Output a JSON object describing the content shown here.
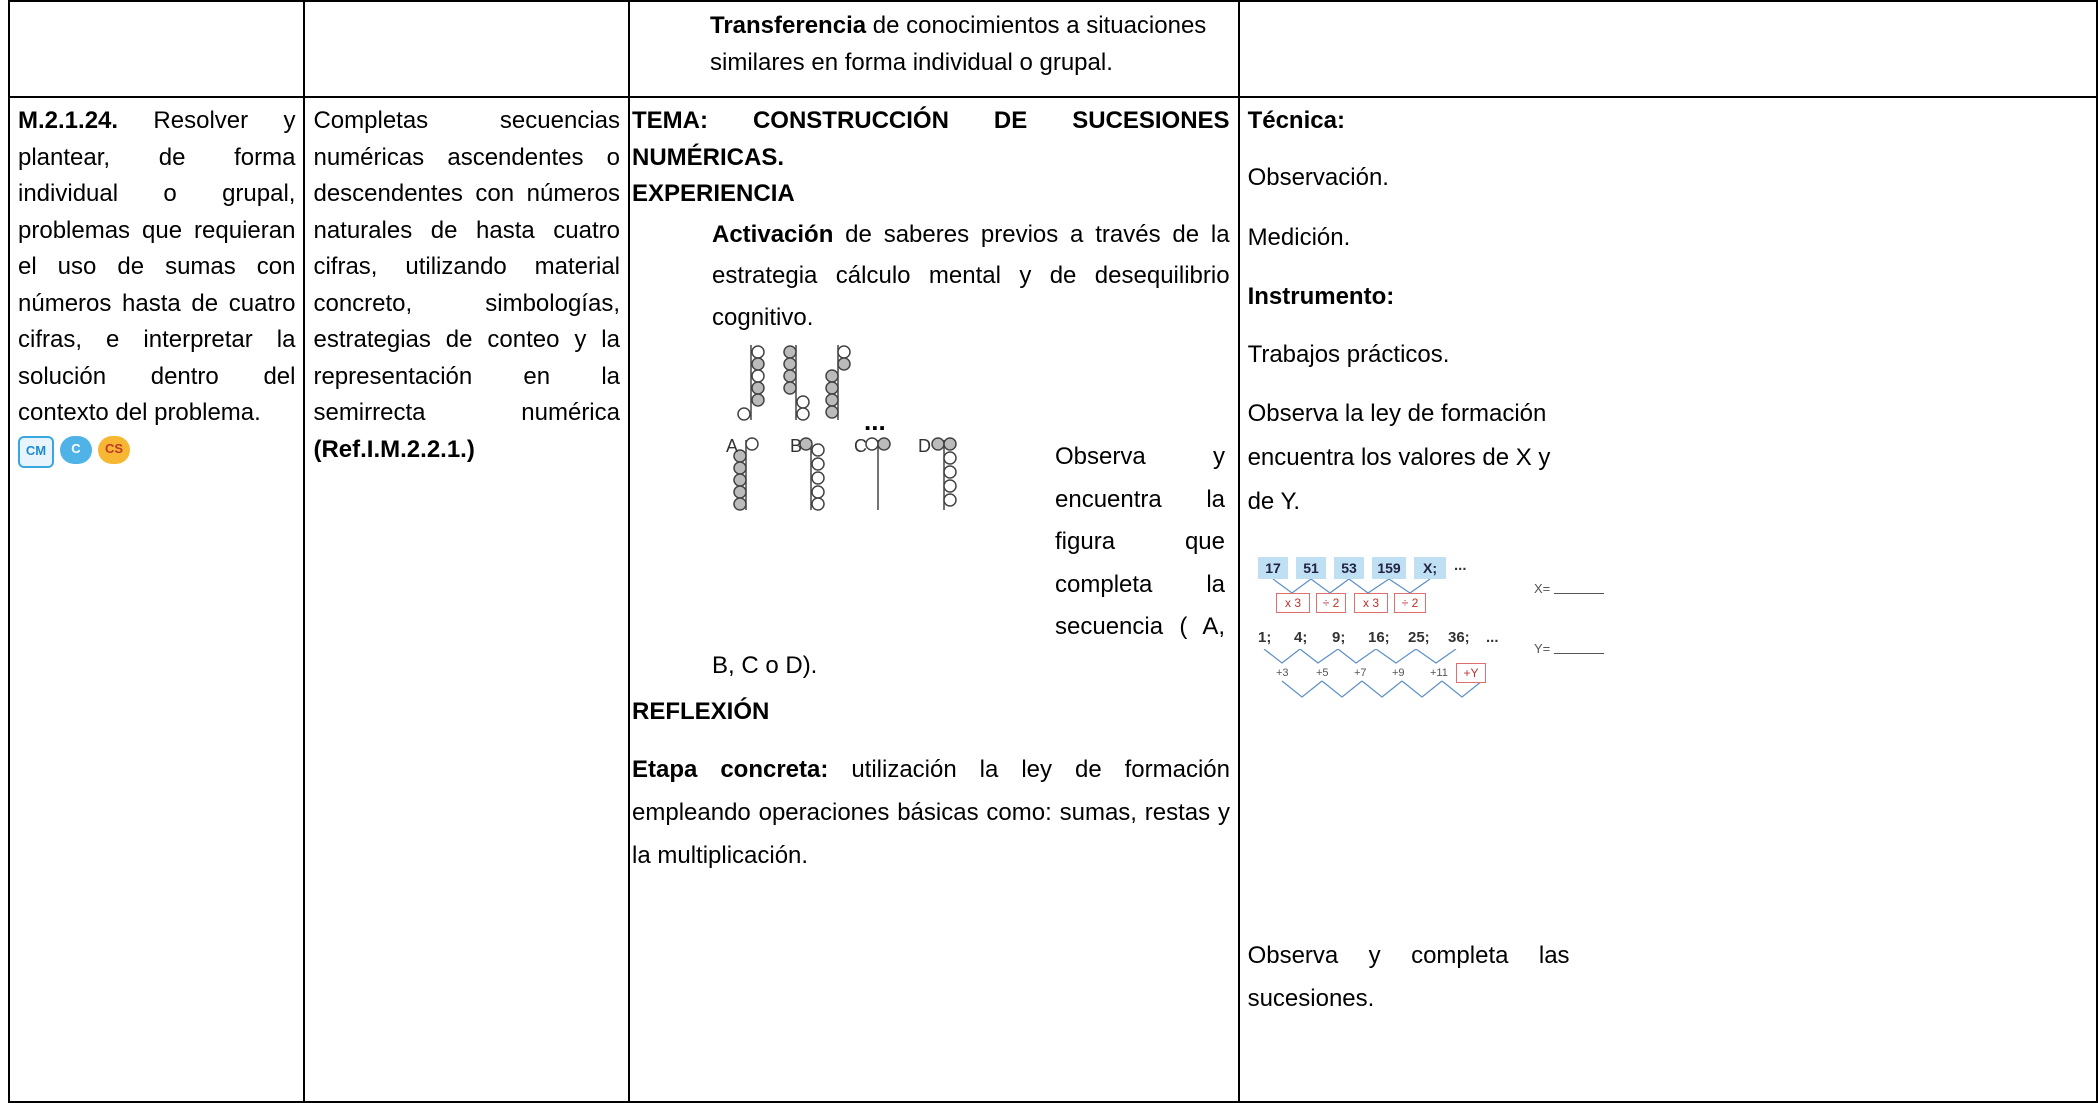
{
  "row1": {
    "col3_bold": "Transferencia",
    "col3_text1": " de conocimientos a situaciones",
    "col3_text2": "similares en forma individual o grupal."
  },
  "col1": {
    "code": "M.2.1.24.",
    "lines": [
      " Resolver y",
      "plantear, de forma",
      "individual o grupal,",
      "problemas que requieran",
      "el uso de sumas con",
      "números hasta de cuatro",
      "cifras, e interpretar la",
      "solución dentro del",
      "contexto del problema."
    ],
    "icons": [
      {
        "name": "cm-icon",
        "text": "CM"
      },
      {
        "name": "c-icon",
        "text": "C"
      },
      {
        "name": "cs-icon",
        "text": "CS"
      }
    ]
  },
  "col2": {
    "lines": [
      "Completas secuencias",
      "numéricas ascendentes o",
      "descendentes con números",
      "naturales de hasta cuatro",
      "cifras, utilizando material",
      "concreto, simbologías,",
      "estrategias de conteo y la",
      "representación en la",
      "semirrecta numérica"
    ],
    "ref": "(Ref.I.M.2.2.1.)"
  },
  "col3": {
    "tema_a": "TEMA:",
    "tema_b": "CONSTRUCCIÓN",
    "tema_c": "DE",
    "tema_d": "SUCESIONES",
    "tema_e": "NUMÉRICAS.",
    "experiencia": "EXPERIENCIA",
    "activacion_bold": "Activación",
    "activacion_text1": " de saberes previos a través de la",
    "activacion_text2": "estrategia cálculo mental y de desequilibrio",
    "activacion_text3": "cognitivo.",
    "side_lines": [
      "Observa y",
      "encuentra la",
      "figura que",
      "completa la",
      "secuencia ( A,"
    ],
    "side_tail": "B, C o D).",
    "figure_dots": "...",
    "option_labels": [
      "A",
      "B",
      "C",
      "D"
    ],
    "reflexion": "REFLEXIÓN",
    "etapa_bold": "Etapa concreta:",
    "etapa_text1": " utilización la ley de formación",
    "etapa_text2": "empleando operaciones básicas como: sumas, restas y",
    "etapa_text3": "la multiplicación."
  },
  "col4": {
    "tecnica": "Técnica:",
    "observacion": "Observación.",
    "medicion": "Medición.",
    "instrumento": "Instrumento:",
    "trabajos": "Trabajos prácticos.",
    "observa1": "Observa la ley de formación",
    "observa2": "encuentra los valores de X y",
    "observa3": "de Y.",
    "seq1": [
      "17",
      "51",
      "53",
      "159",
      "X;",
      "..."
    ],
    "ops1": [
      "x 3",
      "÷ 2",
      "x 3",
      "÷ 2"
    ],
    "x_label": "X=",
    "seq2": [
      "1;",
      "4;",
      "9;",
      "16;",
      "25;",
      "36;",
      "..."
    ],
    "ops2": [
      "+3",
      "+5",
      "+7",
      "+9",
      "+11",
      "+Y"
    ],
    "y_label": "Y=",
    "final1": "Observa y completa las",
    "final2": "sucesiones."
  }
}
